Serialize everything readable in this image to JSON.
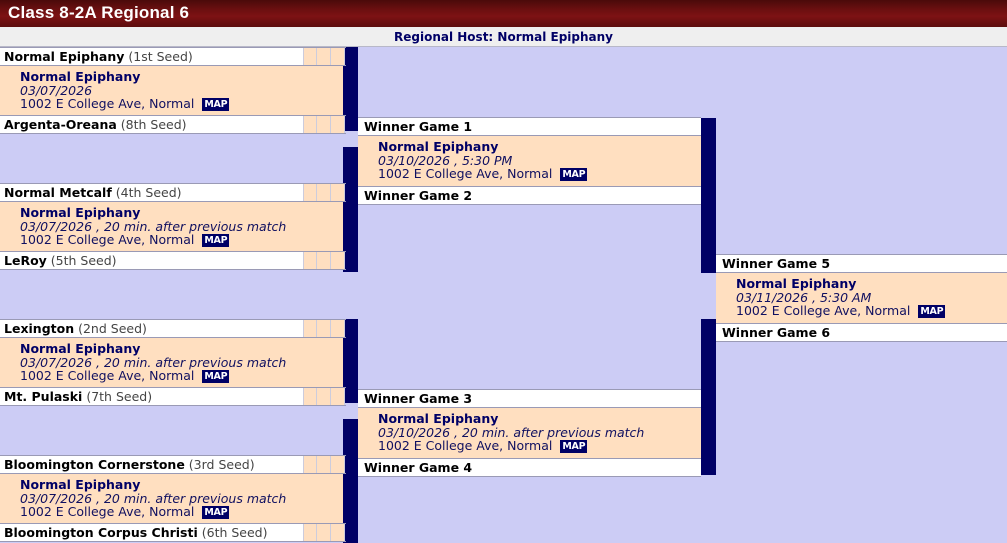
{
  "titlebar": {
    "title": "Class 8-2A Regional 6"
  },
  "hostbar": {
    "text": "Regional Host: Normal Epiphany"
  },
  "labels": {
    "map": "MAP"
  },
  "colors": {
    "title_bar": "#6b0f10",
    "bracket_bg": "#ccccf5",
    "game_box": "#ffdfc0",
    "connector": "#000066",
    "row_bg": "#ffffff",
    "host_bar": "#efefef"
  },
  "round1": {
    "teams": [
      {
        "name": "Normal Epiphany",
        "seed": "(1st Seed)"
      },
      {
        "name": "Argenta-Oreana",
        "seed": "(8th Seed)"
      },
      {
        "name": "Normal Metcalf",
        "seed": "(4th Seed)"
      },
      {
        "name": "LeRoy",
        "seed": "(5th Seed)"
      },
      {
        "name": "Lexington",
        "seed": "(2nd Seed)"
      },
      {
        "name": "Mt. Pulaski",
        "seed": "(7th Seed)"
      },
      {
        "name": "Bloomington Cornerstone",
        "seed": "(3rd Seed)"
      },
      {
        "name": "Bloomington Corpus Christi",
        "seed": "(6th Seed)"
      }
    ],
    "games": [
      {
        "site": "Normal Epiphany",
        "datetime": "03/07/2026",
        "address": "1002 E College Ave, Normal"
      },
      {
        "site": "Normal Epiphany",
        "datetime": "03/07/2026 , 20 min. after previous match",
        "address": "1002 E College Ave, Normal"
      },
      {
        "site": "Normal Epiphany",
        "datetime": "03/07/2026 , 20 min. after previous match",
        "address": "1002 E College Ave, Normal"
      },
      {
        "site": "Normal Epiphany",
        "datetime": "03/07/2026 , 20 min. after previous match",
        "address": "1002 E College Ave, Normal"
      }
    ]
  },
  "round2": {
    "slots": [
      {
        "label": "Winner Game 1"
      },
      {
        "label": "Winner Game 2"
      },
      {
        "label": "Winner Game 3"
      },
      {
        "label": "Winner Game 4"
      }
    ],
    "games": [
      {
        "site": "Normal Epiphany",
        "datetime": "03/10/2026 , 5:30 PM",
        "address": "1002 E College Ave, Normal"
      },
      {
        "site": "Normal Epiphany",
        "datetime": "03/10/2026 , 20 min. after previous match",
        "address": "1002 E College Ave, Normal"
      }
    ]
  },
  "round3": {
    "slots": [
      {
        "label": "Winner Game 5"
      },
      {
        "label": "Winner Game 6"
      }
    ],
    "games": [
      {
        "site": "Normal Epiphany",
        "datetime": "03/11/2026 , 5:30 AM",
        "address": "1002 E College Ave, Normal"
      }
    ]
  }
}
